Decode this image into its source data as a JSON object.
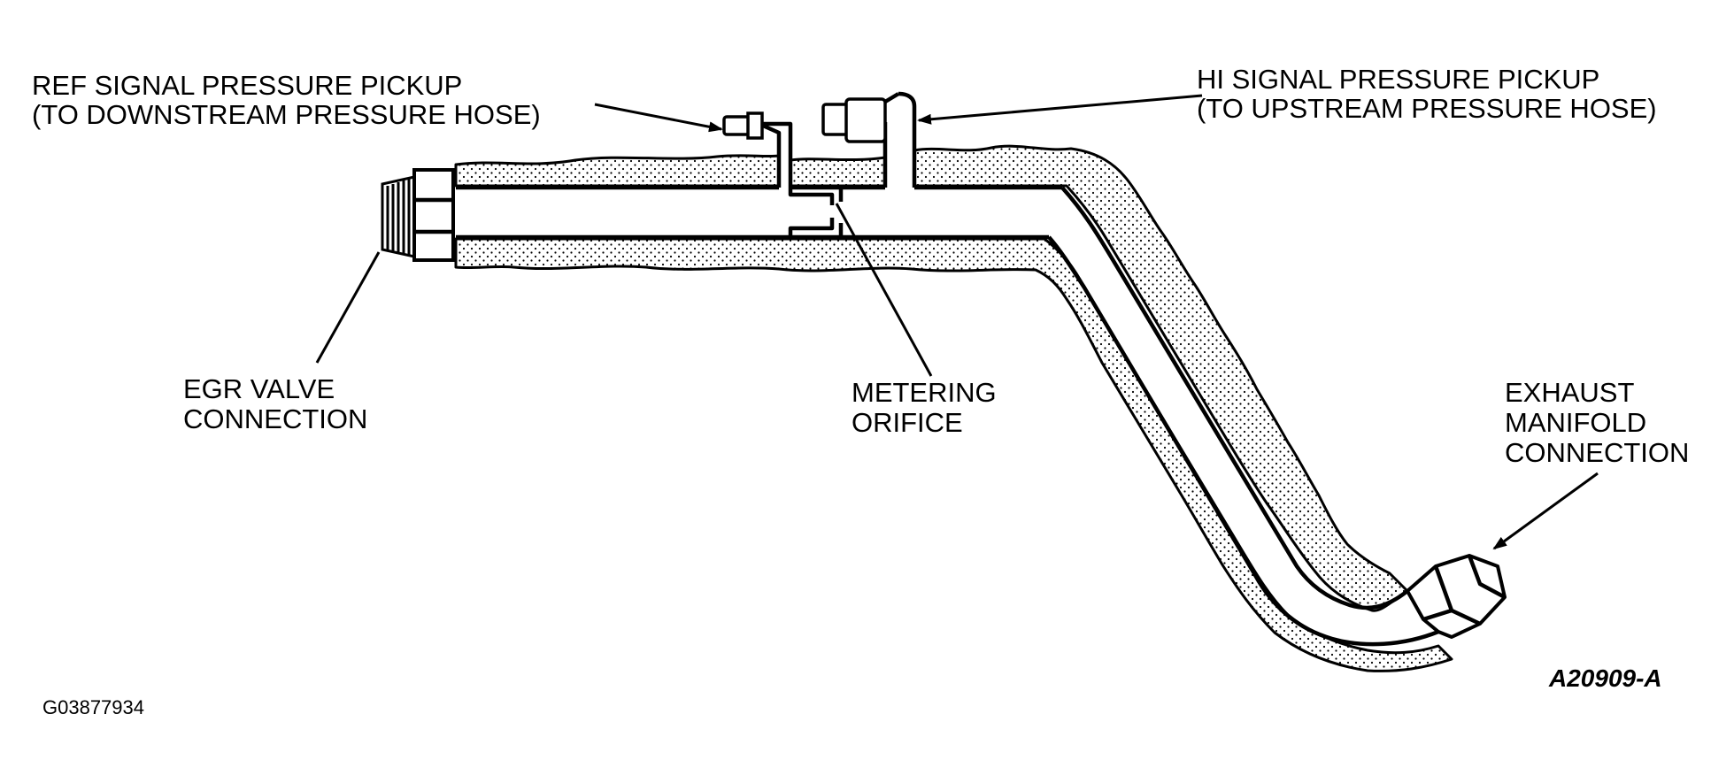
{
  "labels": {
    "ref_pickup": [
      "REF SIGNAL PRESSURE PICKUP",
      "(TO DOWNSTREAM PRESSURE HOSE)"
    ],
    "hi_pickup": [
      "HI SIGNAL PRESSURE PICKUP",
      "(TO UPSTREAM PRESSURE HOSE)"
    ],
    "egr_valve": [
      "EGR VALVE",
      "CONNECTION"
    ],
    "metering_orifice": [
      "METERING",
      "ORIFICE"
    ],
    "exhaust_manifold": [
      "EXHAUST",
      "MANIFOLD",
      "CONNECTION"
    ],
    "figure_code": "A20909-A",
    "image_code": "G03877934"
  }
}
